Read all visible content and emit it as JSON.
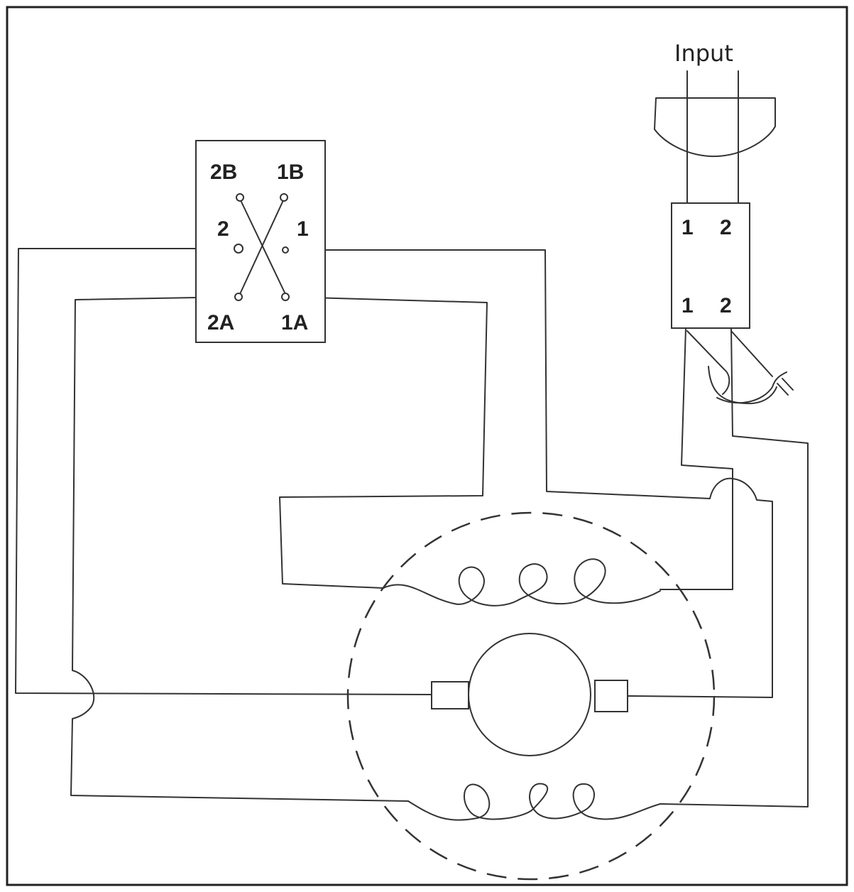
{
  "input_label": "Input",
  "switch": {
    "label_2b": "2B",
    "label_1b": "1B",
    "label_2": "2",
    "label_1": "1",
    "label_2a": "2A",
    "label_1a": "1A"
  },
  "terminal_block": {
    "top_1": "1",
    "top_2": "2",
    "bottom_1": "1",
    "bottom_2": "2"
  },
  "colors": {
    "line": "#333333",
    "background": "#ffffff"
  }
}
